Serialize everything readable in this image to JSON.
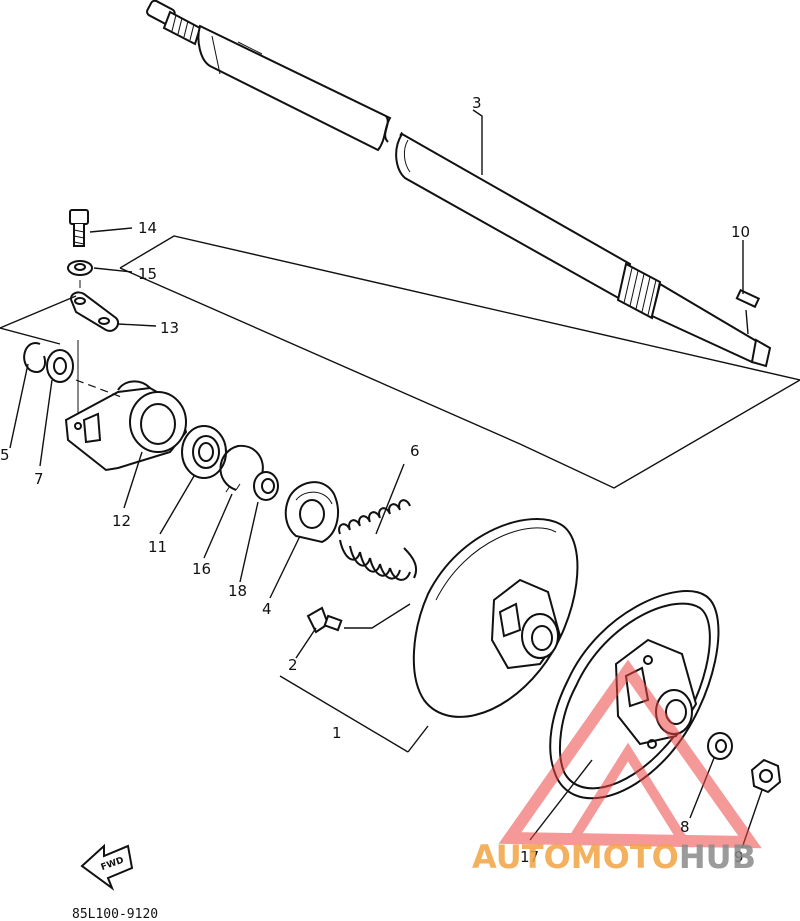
{
  "callouts": {
    "p1": "1",
    "p2": "2",
    "p3": "3",
    "p4": "4",
    "p5": "5",
    "p6": "6",
    "p7": "7",
    "p8": "8",
    "p9": "9",
    "p10": "10",
    "p11": "11",
    "p12": "12",
    "p13": "13",
    "p14": "14",
    "p15": "15",
    "p16": "16",
    "p17": "17",
    "p18": "18"
  },
  "fwd_label": "FWD",
  "diagram_code": "85L100-9120",
  "watermark": {
    "part1": "AUTO",
    "part2": "MOTO",
    "part3": "HUB"
  },
  "colors": {
    "line": "#111111",
    "watermark_orange": "#f2a445",
    "watermark_red": "#ee4444",
    "watermark_gray": "#8a8a8a"
  }
}
